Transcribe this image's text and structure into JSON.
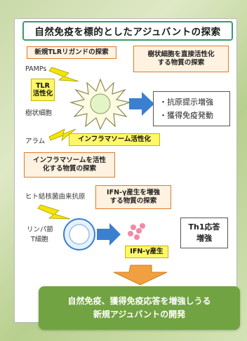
{
  "title": "自然免疫を標的としたアジュバントの探索",
  "callouts": {
    "new_tlr_ligand": "新規TLRリガンドの探索",
    "dc_activation": [
      "樹状細胞を直接活性化",
      "する物質の探索"
    ],
    "inflammasome_search": [
      "インフラマソームを活性",
      "化する物質の探索"
    ],
    "ifn_search": [
      "IFN-γ産生を増強",
      "する物質の探索"
    ]
  },
  "labels": {
    "pamps": "PAMPs",
    "dendritic_cell": "樹状細胞",
    "alum": "アラム",
    "tb_antigen": "ヒト結核菌由来抗原",
    "lymph_node": "リンパ節",
    "t_cell": "T細胞"
  },
  "yellow": {
    "tlr": [
      "TLR",
      "活性化"
    ],
    "inflammasome": "インフラマソーム活性化",
    "ifn_production": "IFN-γ産生"
  },
  "results": {
    "antigen_presentation": "・抗原提示増強",
    "acquired_immunity": "・獲得免疫発動"
  },
  "th1": [
    "Th1応答",
    "増強"
  ],
  "bottom": [
    "自然免疫、獲得免疫応答を増強しうる",
    "新規アジュバントの開発"
  ],
  "colors": {
    "title_border": "#3a9a6a",
    "callout_border": "#e07a2a",
    "yellow_fill": "#fff76a",
    "arrow_blue": "#3b7fd0",
    "arrow_orange": "#f0a040",
    "bottom_green": "#72a342",
    "cytokine_pink": "#f08aa8"
  }
}
